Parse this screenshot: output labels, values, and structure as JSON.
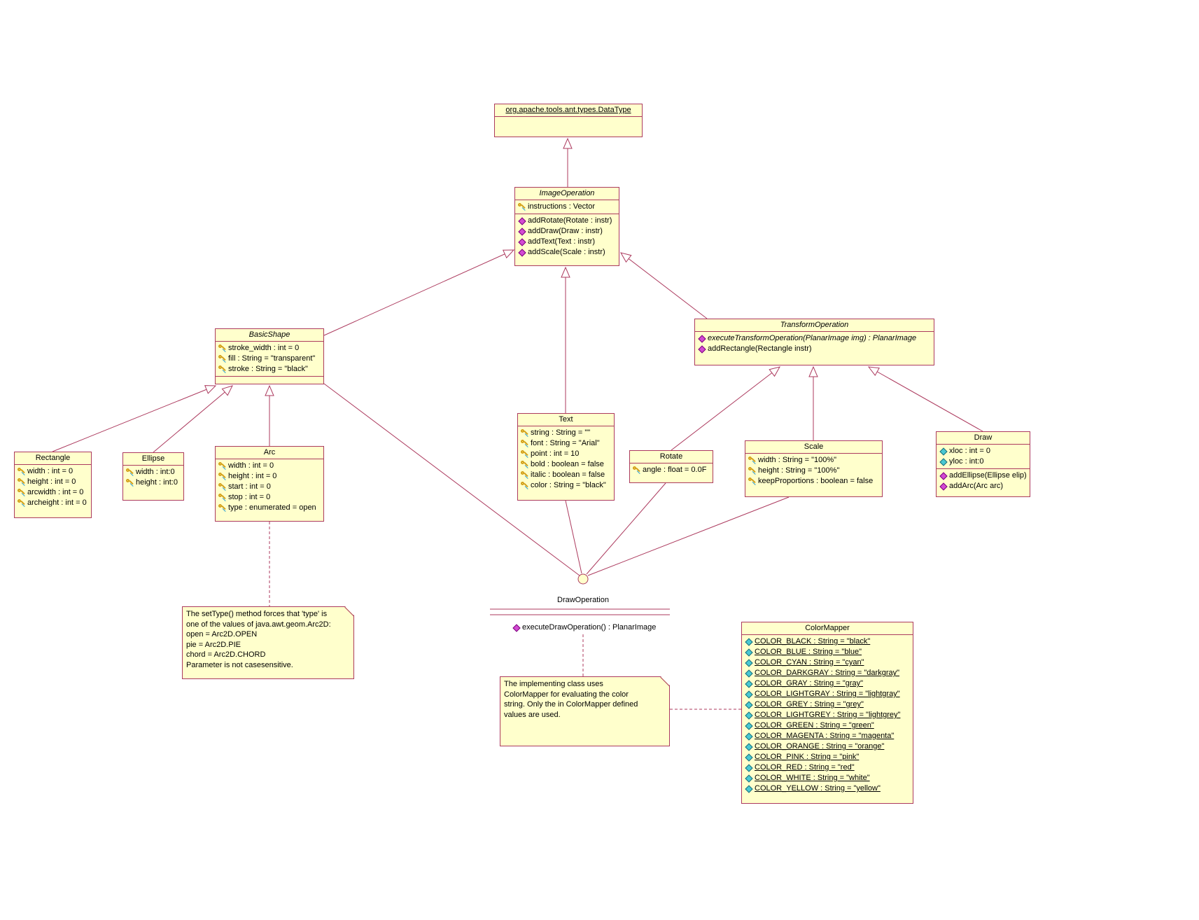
{
  "colors": {
    "bg": "#FFFFFF",
    "fill": "#FFFFCC",
    "line": "#AC3A5E",
    "method_icon": "#D24BD2",
    "static_attr_icon": "#49C8D2",
    "attr_icon": "#D4A017"
  },
  "classes": {
    "datatype": {
      "title": "org.apache.tools.ant.types.DataType"
    },
    "image_operation": {
      "title": "ImageOperation",
      "attributes": [
        {
          "icon": "attr",
          "text": "instructions : Vector"
        }
      ],
      "methods": [
        {
          "icon": "method",
          "text": "addRotate(Rotate : instr)"
        },
        {
          "icon": "method",
          "text": "addDraw(Draw : instr)"
        },
        {
          "icon": "method",
          "text": "addText(Text : instr)"
        },
        {
          "icon": "method",
          "text": "addScale(Scale : instr)"
        }
      ]
    },
    "basic_shape": {
      "title": "BasicShape",
      "attributes": [
        {
          "icon": "attr",
          "text": "stroke_width : int = 0"
        },
        {
          "icon": "attr",
          "text": "fill : String = \"transparent\""
        },
        {
          "icon": "attr",
          "text": "stroke : String = \"black\""
        }
      ]
    },
    "transform_operation": {
      "title": "TransformOperation",
      "methods": [
        {
          "icon": "method",
          "style": "italic",
          "text": "executeTransformOperation(PlanarImage img) : PlanarImage"
        },
        {
          "icon": "method",
          "text": "addRectangle(Rectangle instr)"
        }
      ]
    },
    "rectangle": {
      "title": "Rectangle",
      "attributes": [
        {
          "icon": "attr",
          "text": "width : int = 0"
        },
        {
          "icon": "attr",
          "text": "height : int = 0"
        },
        {
          "icon": "attr",
          "text": "arcwidth : int = 0"
        },
        {
          "icon": "attr",
          "text": "archeight : int = 0"
        }
      ]
    },
    "ellipse": {
      "title": "Ellipse",
      "attributes": [
        {
          "icon": "attr",
          "text": "width : int:0"
        },
        {
          "icon": "attr",
          "text": "height : int:0"
        }
      ]
    },
    "arc": {
      "title": "Arc",
      "attributes": [
        {
          "icon": "attr",
          "text": "width : int = 0"
        },
        {
          "icon": "attr",
          "text": "height : int = 0"
        },
        {
          "icon": "attr",
          "text": "start : int = 0"
        },
        {
          "icon": "attr",
          "text": "stop : int = 0"
        },
        {
          "icon": "attr",
          "text": "type : enumerated = open"
        }
      ]
    },
    "text": {
      "title": "Text",
      "attributes": [
        {
          "icon": "attr",
          "text": "string : String = \"\""
        },
        {
          "icon": "attr",
          "text": "font : String = \"Arial\""
        },
        {
          "icon": "attr",
          "text": "point : int = 10"
        },
        {
          "icon": "attr",
          "text": "bold : boolean = false"
        },
        {
          "icon": "attr",
          "text": "italic : boolean = false"
        },
        {
          "icon": "attr",
          "text": "color : String = \"black\""
        }
      ]
    },
    "rotate": {
      "title": "Rotate",
      "attributes": [
        {
          "icon": "attr",
          "text": "angle : float = 0.0F"
        }
      ]
    },
    "scale": {
      "title": "Scale",
      "attributes": [
        {
          "icon": "attr",
          "text": "width : String = \"100%\""
        },
        {
          "icon": "attr",
          "text": "height : String = \"100%\""
        },
        {
          "icon": "attr",
          "text": "keepProportions : boolean = false"
        }
      ]
    },
    "draw": {
      "title": "Draw",
      "attributes": [
        {
          "icon": "sattr",
          "text": "xloc : int = 0"
        },
        {
          "icon": "sattr",
          "text": "yloc : int:0"
        }
      ],
      "methods": [
        {
          "icon": "method",
          "text": "addEllipse(Ellipse elip)"
        },
        {
          "icon": "method",
          "text": "addArc(Arc arc)"
        }
      ]
    },
    "color_mapper": {
      "title": "ColorMapper",
      "attributes": [
        {
          "icon": "sattr",
          "style": "underline",
          "text": "COLOR_BLACK : String = \"black\""
        },
        {
          "icon": "sattr",
          "style": "underline",
          "text": "COLOR_BLUE : String = \"blue\""
        },
        {
          "icon": "sattr",
          "style": "underline",
          "text": "COLOR_CYAN : String = \"cyan\""
        },
        {
          "icon": "sattr",
          "style": "underline",
          "text": "COLOR_DARKGRAY : String = \"darkgray\""
        },
        {
          "icon": "sattr",
          "style": "underline",
          "text": "COLOR_GRAY : String = \"gray\""
        },
        {
          "icon": "sattr",
          "style": "underline",
          "text": "COLOR_LIGHTGRAY : String = \"lightgray\""
        },
        {
          "icon": "sattr",
          "style": "underline",
          "text": "COLOR_GREY : String = \"grey\""
        },
        {
          "icon": "sattr",
          "style": "underline",
          "text": "COLOR_LIGHTGREY : String = \"lightgrey\""
        },
        {
          "icon": "sattr",
          "style": "underline",
          "text": "COLOR_GREEN : String = \"green\""
        },
        {
          "icon": "sattr",
          "style": "underline",
          "text": "COLOR_MAGENTA : String = \"magenta\""
        },
        {
          "icon": "sattr",
          "style": "underline",
          "text": "COLOR_ORANGE : String = \"orange\""
        },
        {
          "icon": "sattr",
          "style": "underline",
          "text": "COLOR_PINK : String = \"pink\""
        },
        {
          "icon": "sattr",
          "style": "underline",
          "text": "COLOR_RED : String = \"red\""
        },
        {
          "icon": "sattr",
          "style": "underline",
          "text": "COLOR_WHITE : String = \"white\""
        },
        {
          "icon": "sattr",
          "style": "underline",
          "text": "COLOR_YELLOW : String = \"yellow\""
        }
      ]
    }
  },
  "interface": {
    "name": "DrawOperation",
    "method_text": "executeDrawOperation() : PlanarImage"
  },
  "notes": {
    "arc_note": "The setType() method forces that 'type' is\none of the values of java.awt.geom.Arc2D:\nopen = Arc2D.OPEN\npie = Arc2D.PIE\nchord = Arc2D.CHORD\nParameter is not casesensitive.",
    "colormapper_note": "The implementing class uses\nColorMapper for evaluating the color\nstring. Only the in ColorMapper defined\nvalues are used."
  }
}
